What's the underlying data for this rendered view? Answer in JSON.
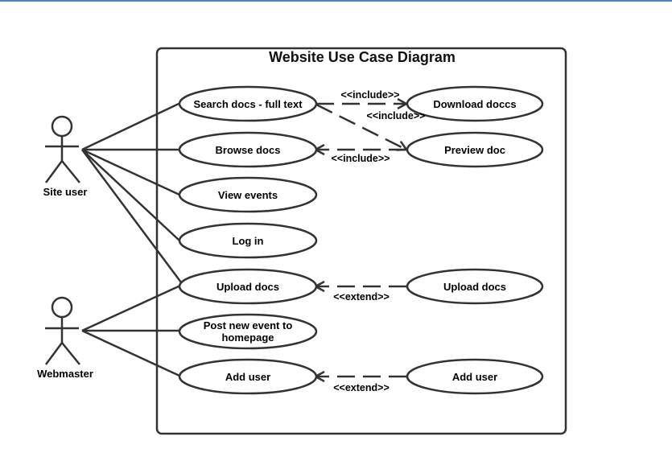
{
  "diagram": {
    "title": "Website Use Case Diagram",
    "line_color": "#333333",
    "accent_rule_color": "#4f81bd"
  },
  "actors": {
    "site_user": "Site user",
    "webmaster": "Webmaster"
  },
  "use_cases": {
    "search_docs": "Search docs - full text",
    "browse_docs": "Browse docs",
    "view_events": "View events",
    "log_in": "Log in",
    "upload_docs": "Upload docs",
    "post_event_line1": "Post new event to",
    "post_event_line2": "homepage",
    "add_user": "Add user",
    "download_docs": "Download doccs",
    "preview_doc": "Preview doc",
    "upload_docs_ext": "Upload docs",
    "add_user_ext": "Add user"
  },
  "relationships": {
    "include_1": "<<include>>",
    "include_2": "<<include>>",
    "include_3": "<<include>>",
    "extend_1": "<<extend>>",
    "extend_2": "<<extend>>"
  }
}
